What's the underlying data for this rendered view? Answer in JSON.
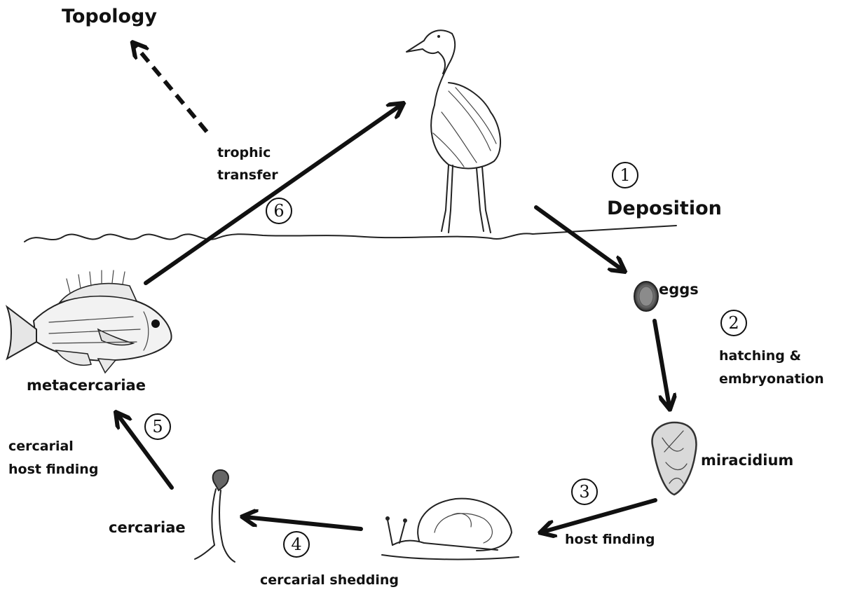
{
  "labels": {
    "topology": "Topology",
    "deposition": "Deposition",
    "eggs": "eggs",
    "hatching_line1": "hatching &",
    "hatching_line2": "embryonation",
    "miracidium": "miracidium",
    "host_finding": "host finding",
    "cercarial_shedding": "cercarial shedding",
    "cercariae": "cercariae",
    "cercarial_host_finding_line1": "cercarial",
    "cercarial_host_finding_line2": "host finding",
    "metacercariae": "metacercariae",
    "trophic_line1": "trophic",
    "trophic_line2": "transfer"
  },
  "steps": [
    "1",
    "2",
    "3",
    "4",
    "5",
    "6"
  ],
  "icons": [
    "heron-icon",
    "egg-icon",
    "miracidium-icon",
    "snail-icon",
    "cercaria-icon",
    "fish-icon"
  ]
}
